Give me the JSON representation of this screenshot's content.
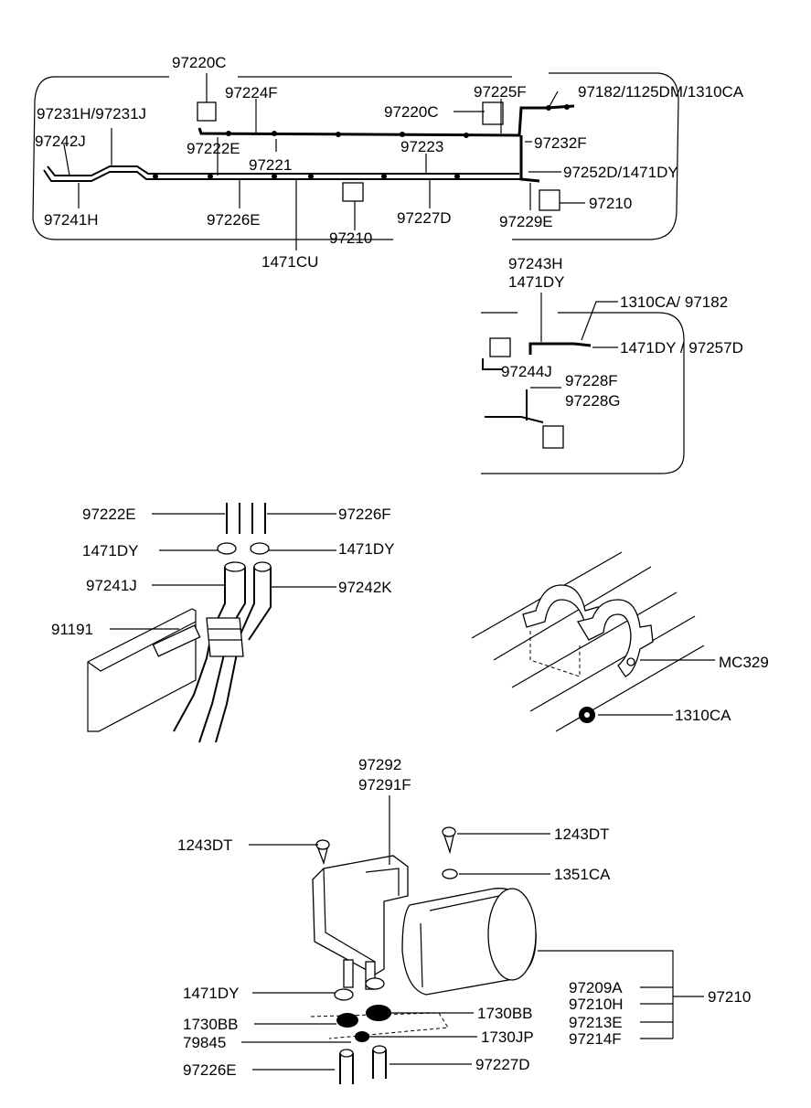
{
  "diagram": {
    "labels": {
      "l_97220C_a": "97220C",
      "l_97224F": "97224F",
      "l_97225F": "97225F",
      "l_97182_1125DM_1310CA": "97182/1125DM/1310CA",
      "l_97231H_97231J": "97231H/97231J",
      "l_97220C_b": "97220C",
      "l_97232F": "97232F",
      "l_97242J": "97242J",
      "l_97222E_a": "97222E",
      "l_97223": "97223",
      "l_97221": "97221",
      "l_97252D_1471DY": "97252D/1471DY",
      "l_97241H": "97241H",
      "l_97226E_a": "97226E",
      "l_97227D_a": "97227D",
      "l_97229E": "97229E",
      "l_97210_a": "97210",
      "l_97210_b": "97210",
      "l_1471CU": "1471CU",
      "l_97243H": "97243H",
      "l_1471DY_a": "1471DY",
      "l_1310CA_97182": "1310CA/ 97182",
      "l_1471DY_97257D": "1471DY / 97257D",
      "l_97244J": "97244J",
      "l_97228F": "97228F",
      "l_97228G": "97228G",
      "l_97222E_b": "97222E",
      "l_97226F": "97226F",
      "l_1471DY_b": "1471DY",
      "l_1471DY_c": "1471DY",
      "l_97241J": "97241J",
      "l_97242K": "97242K",
      "l_91191": "91191",
      "l_MC329": "MC329",
      "l_1310CA": "1310CA",
      "l_97292": "97292",
      "l_97291F": "97291F",
      "l_1243DT_a": "1243DT",
      "l_1243DT_b": "1243DT",
      "l_1351CA": "1351CA",
      "l_1471DY_d": "1471DY",
      "l_97209A": "97209A",
      "l_97210H": "97210H",
      "l_97213E": "97213E",
      "l_97214F": "97214F",
      "l_97210_c": "97210",
      "l_1730BB_a": "1730BB",
      "l_1730BB_b": "1730BB",
      "l_79845": "79845",
      "l_1730JP": "1730JP",
      "l_97226E_b": "97226E",
      "l_97227D_b": "97227D"
    }
  }
}
